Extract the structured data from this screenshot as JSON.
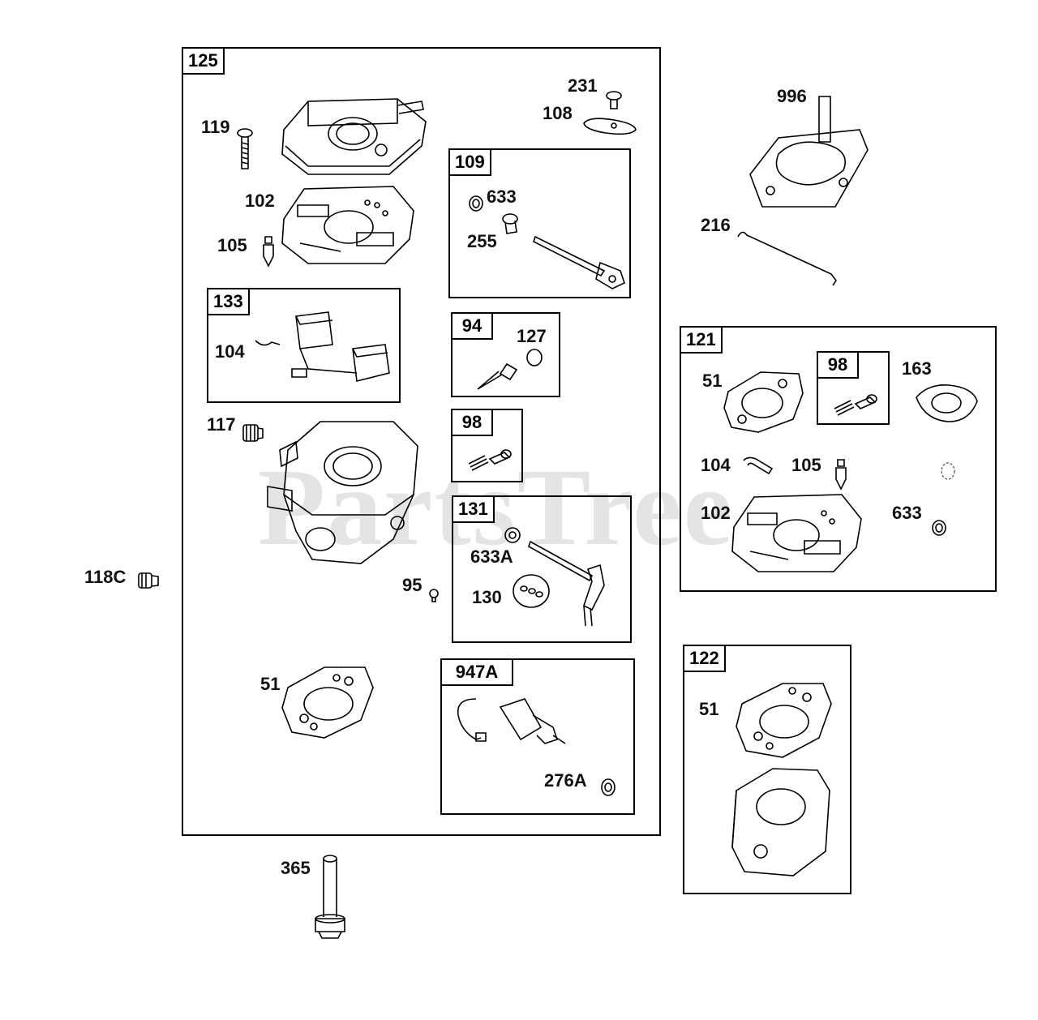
{
  "watermark": "PartsTree",
  "frames": {
    "f125": "125",
    "f109": "109",
    "f133": "133",
    "f94": "94",
    "f98a": "98",
    "f131": "131",
    "f947A": "947A",
    "f121": "121",
    "f98b": "98",
    "f122": "122"
  },
  "callouts": {
    "c119": "119",
    "c102a": "102",
    "c105a": "105",
    "c104a": "104",
    "c117": "117",
    "c118C": "118C",
    "c95": "95",
    "c51a": "51",
    "c365": "365",
    "c231": "231",
    "c108": "108",
    "c633a": "633",
    "c255": "255",
    "c127": "127",
    "c633A": "633A",
    "c130": "130",
    "c276A": "276A",
    "c996": "996",
    "c216": "216",
    "c51b": "51",
    "c163": "163",
    "c104b": "104",
    "c105b": "105",
    "c102b": "102",
    "c633b": "633",
    "c51c": "51"
  }
}
